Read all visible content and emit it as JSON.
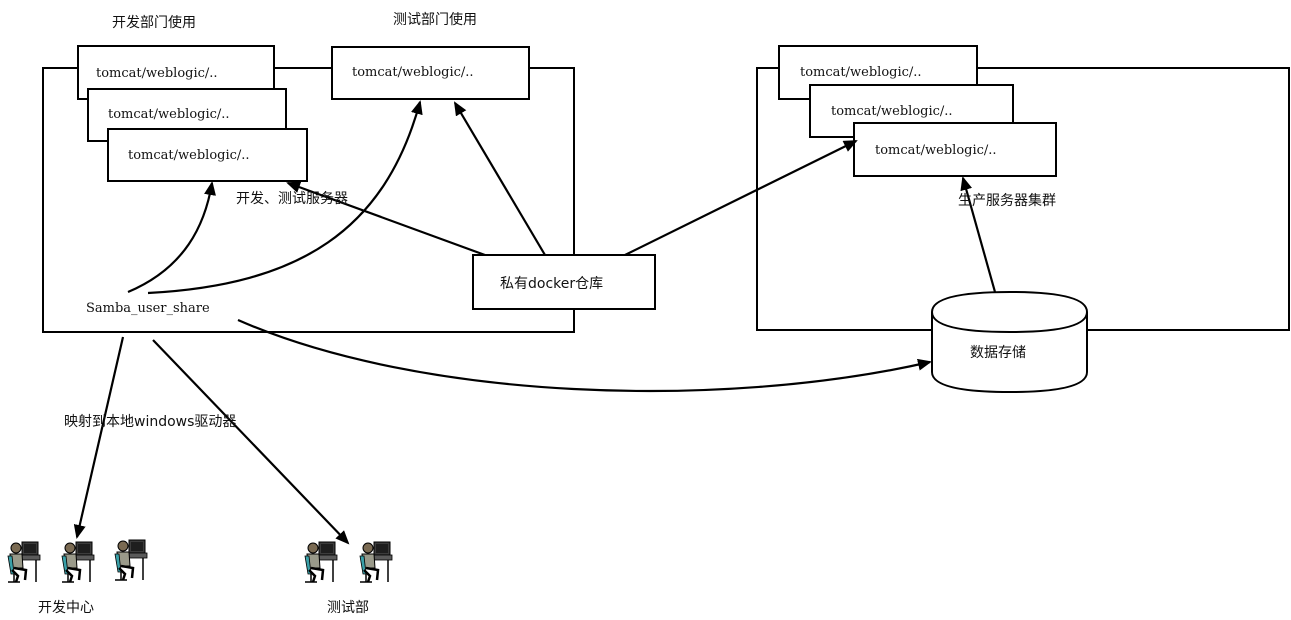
{
  "labels": {
    "dev_dept_use": "开发部门使用",
    "test_dept_use": "测试部门使用",
    "dev_test_servers": "开发、测试服务器",
    "prod_cluster": "生产服务器集群",
    "private_registry": "私有docker仓库",
    "samba_share": "Samba_user_share",
    "data_storage": "数据存储",
    "map_drive": "映射到本地windows驱动器",
    "dev_center": "开发中心",
    "test_dept": "测试部"
  },
  "containers": {
    "dev_1": "tomcat/weblogic/..",
    "dev_2": "tomcat/weblogic/..",
    "dev_3": "tomcat/weblogic/..",
    "test_1": "tomcat/weblogic/..",
    "prod_1": "tomcat/weblogic/..",
    "prod_2": "tomcat/weblogic/..",
    "prod_3": "tomcat/weblogic/.."
  },
  "people": {
    "dev_center_count": 3,
    "test_dept_count": 2
  },
  "icon_names": [
    "computer-user-icon"
  ]
}
